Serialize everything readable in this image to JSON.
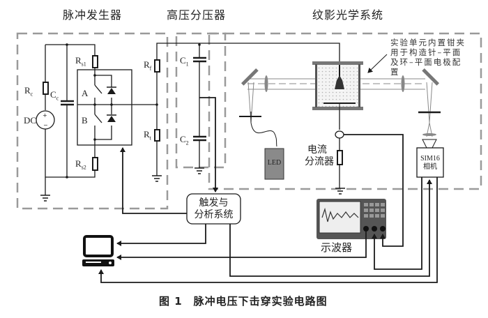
{
  "sections": {
    "pulse_generator": "脉冲发生器",
    "hv_divider": "高压分压器",
    "schlieren": "纹影光学系统"
  },
  "components": {
    "Rc": {
      "main": "R",
      "sub": "c"
    },
    "Cc": {
      "main": "C",
      "sub": "c"
    },
    "DC": "DC",
    "Rs1": {
      "main": "R",
      "sub": "s1"
    },
    "Rs2": {
      "main": "R",
      "sub": "s2"
    },
    "A": "A",
    "B": "B",
    "Rf": {
      "main": "R",
      "sub": "f"
    },
    "Rt": {
      "main": "R",
      "sub": "t"
    },
    "C1": {
      "main": "C",
      "sub": "1"
    },
    "C2": {
      "main": "C",
      "sub": "2"
    }
  },
  "devices": {
    "led": "LED",
    "current_shunt": [
      "电流",
      "分流器"
    ],
    "camera": [
      "SIM16",
      "相机"
    ],
    "trigger": [
      "触发与",
      "分析系统"
    ],
    "oscilloscope": "示波器",
    "computer": "computer"
  },
  "annotation": [
    "实验单元内置钳夹",
    "用于构造针–平面",
    "及环–平面电极配",
    "置"
  ],
  "caption": "图 1　脉冲电压下击穿实验电路图",
  "colors": {
    "line": "#1a1a1a",
    "dash": "#9a9a9a",
    "led_fill": "#8a8a8a",
    "cell_fill": "#e6e6e6"
  }
}
